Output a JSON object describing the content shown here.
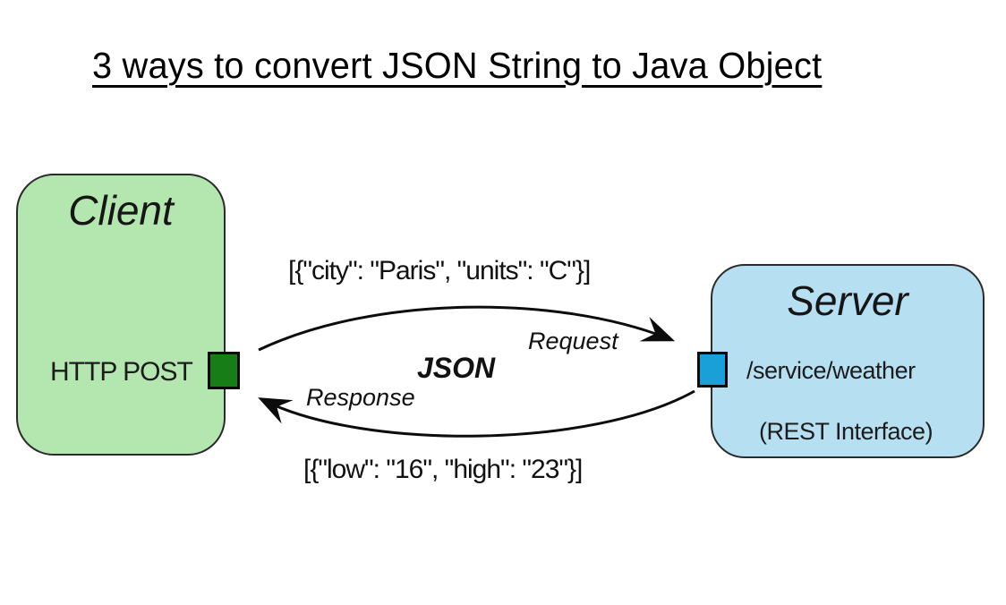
{
  "title": "3 ways to convert JSON String to Java Object",
  "client": {
    "label": "Client",
    "endpoint_label": "HTTP POST",
    "fill_color": "#b4e6b0",
    "port_color": "#177d17"
  },
  "server": {
    "label": "Server",
    "endpoint_label": "/service/weather",
    "sub_label": "(REST Interface)",
    "fill_color": "#b6dff2",
    "port_color": "#1aa0d8"
  },
  "exchange": {
    "center_label": "JSON",
    "request": {
      "label": "Request",
      "payload": "[{\"city\": \"Paris\", \"units\": \"C\"}]"
    },
    "response": {
      "label": "Response",
      "payload": "[{\"low\": \"16\", \"high\": \"23\"}]"
    }
  }
}
